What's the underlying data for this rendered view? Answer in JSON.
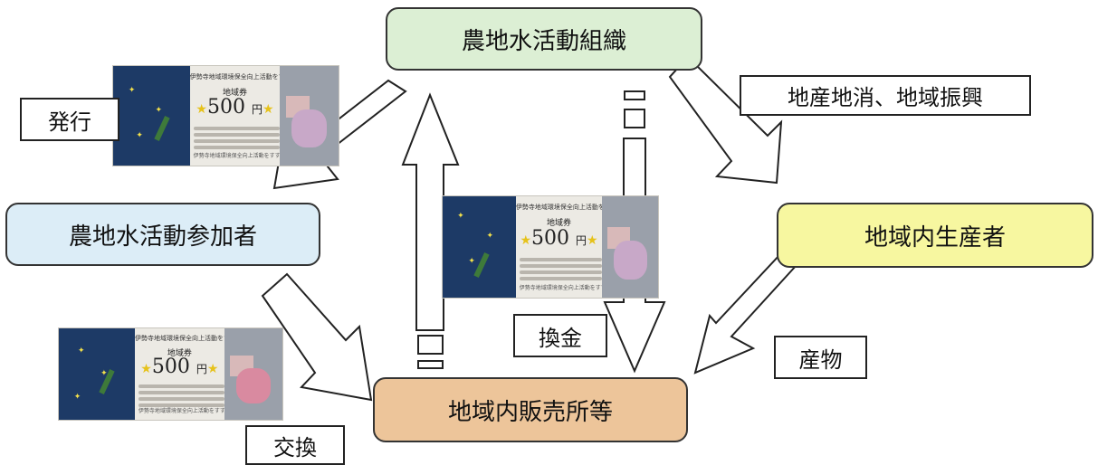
{
  "nodes": {
    "org": "農地水活動組織",
    "participants": "農地水活動参加者",
    "producers": "地域内生産者",
    "shops": "地域内販売所等"
  },
  "labels": {
    "issue": "発行",
    "local": "地産地消、地域振興",
    "exchange": "換金",
    "products": "産物",
    "trade": "交換"
  },
  "voucher": {
    "issuer": "伊勢寺地域環境保全向上活動をすすめる会",
    "title": "地域券",
    "amount": "500",
    "unit": "円",
    "footer": "伊勢寺地域環境保全向上活動をすすめる会　会計の印"
  },
  "colors": {
    "org_fill": "#dcefd4",
    "participants_fill": "#dcedf7",
    "producers_fill": "#f7f7a0",
    "shops_fill": "#edc59a"
  }
}
